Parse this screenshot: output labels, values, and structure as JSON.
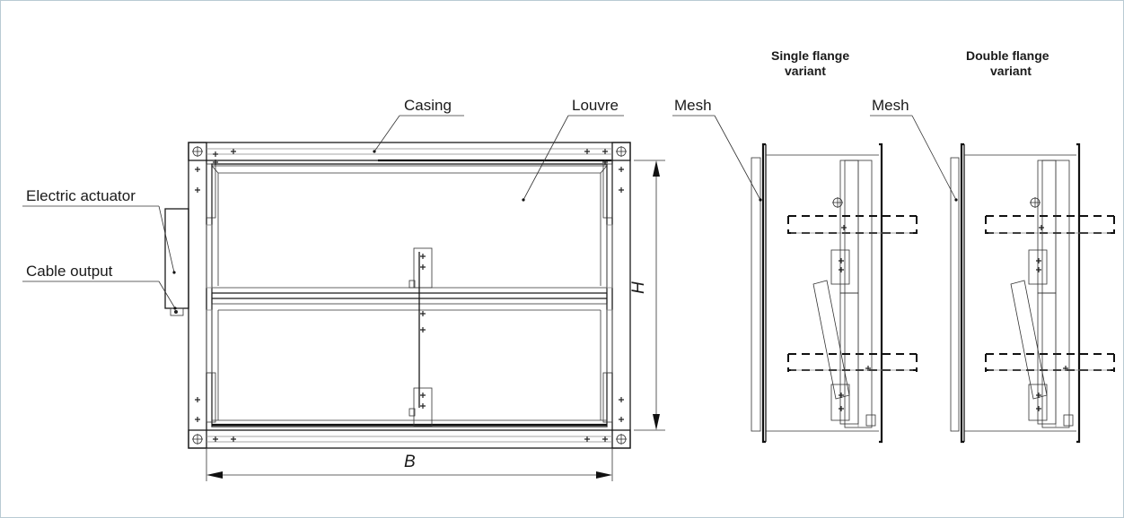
{
  "labels": {
    "casing": "Casing",
    "louvre": "Louvre",
    "electric_actuator": "Electric actuator",
    "cable_output": "Cable output",
    "mesh_single": "Mesh",
    "mesh_double": "Mesh"
  },
  "dimensions": {
    "height": "H",
    "width": "B"
  },
  "variants": {
    "single": [
      "Single flange",
      "variant"
    ],
    "double": [
      "Double flange",
      "variant"
    ]
  }
}
